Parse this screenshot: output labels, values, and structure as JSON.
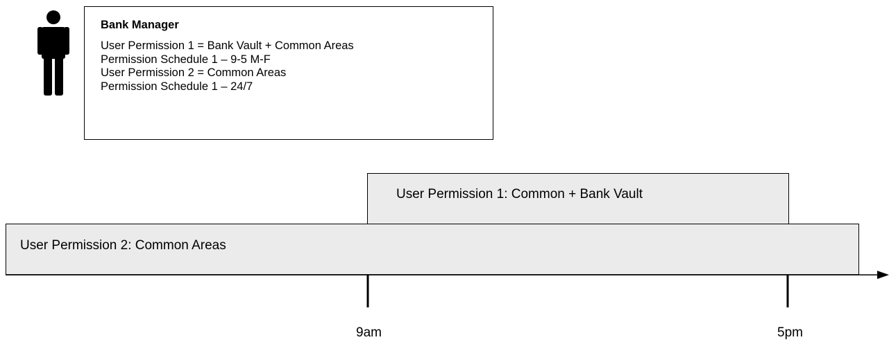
{
  "manager": {
    "title": "Bank Manager",
    "lines": [
      "User Permission 1 = Bank Vault + Common Areas",
      "Permission Schedule 1 – 9-5 M-F",
      "User Permission 2 = Common Areas",
      "Permission Schedule 1 – 24/7"
    ]
  },
  "timeline": {
    "permission_1_label": "User Permission 1:  Common + Bank Vault",
    "permission_2_label": "User Permission 2:  Common Areas",
    "ticks": [
      "9am",
      "5pm"
    ]
  },
  "colors": {
    "bar_fill": "#ebebeb",
    "line": "#000000",
    "icon": "#000000"
  },
  "icons": {
    "person": "person-icon"
  }
}
